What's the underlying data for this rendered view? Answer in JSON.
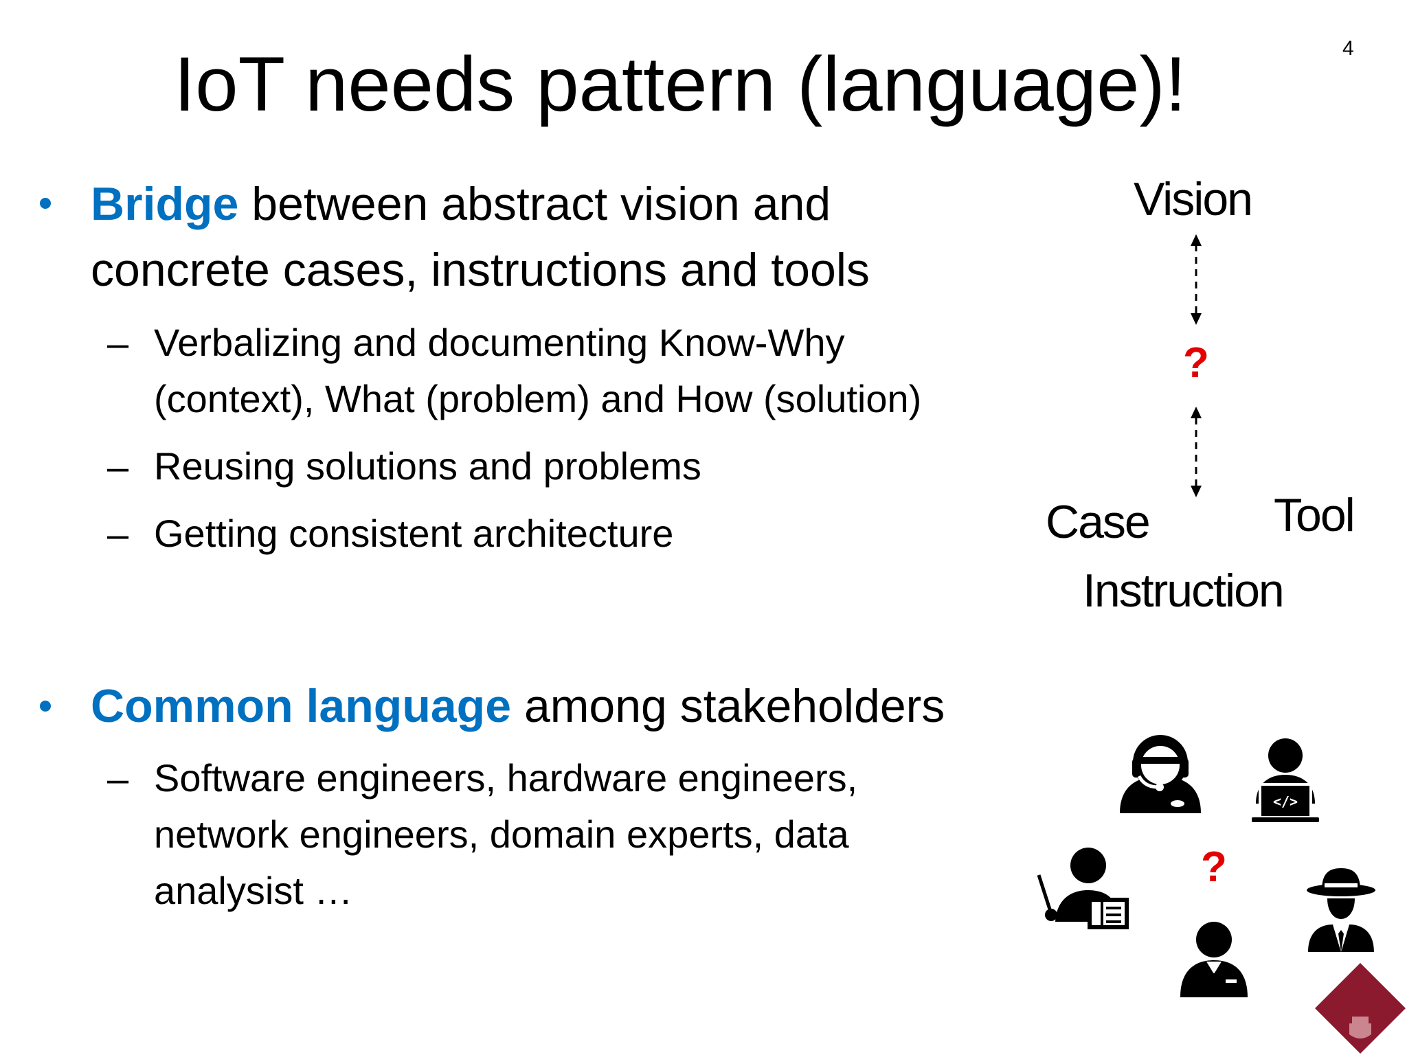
{
  "slide": {
    "title": "IoT needs pattern (language)!",
    "page_number": "4",
    "bullets": [
      {
        "highlight": "Bridge",
        "text_line1": " between abstract vision and",
        "text_line2": "concrete cases, instructions and tools",
        "sub_items": [
          {
            "line1": "Verbalizing and documenting Know-Why",
            "line2": "(context), What (problem) and How (solution)"
          },
          {
            "line1": "Reusing solutions and problems"
          },
          {
            "line1": "Getting consistent architecture"
          }
        ]
      },
      {
        "highlight": "Common language",
        "text_line1": " among stakeholders",
        "sub_items": [
          {
            "line1": "Software engineers, hardware engineers,",
            "line2": "network engineers, domain experts, data",
            "line3": "analysist …"
          }
        ]
      }
    ],
    "dash": "–"
  },
  "diagram": {
    "top_label": "Vision",
    "question": "?",
    "left_label": "Case",
    "right_label": "Tool",
    "bottom_label": "Instruction"
  },
  "stakeholders": {
    "question": "?",
    "icons": [
      "support-agent-icon",
      "developer-laptop-icon",
      "teacher-icon",
      "businessman-icon",
      "detective-icon"
    ]
  },
  "colors": {
    "accent_blue": "#0070C0",
    "question_red": "#E30000",
    "logo_maroon": "#8B1A2E"
  }
}
